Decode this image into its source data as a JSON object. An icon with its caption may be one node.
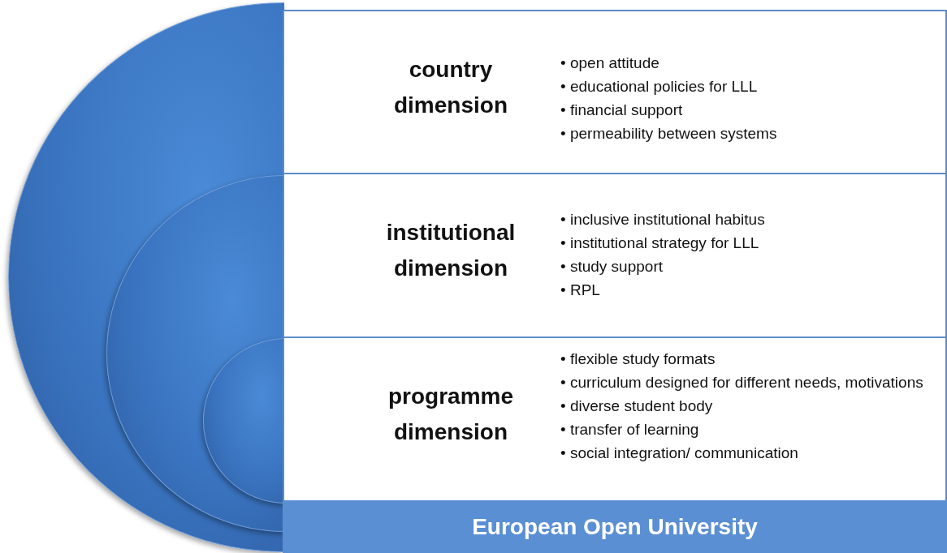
{
  "diagram": {
    "nodes": [
      {
        "text": [],
        "shape": "circle"
      },
      {
        "text": [],
        "shape": "circle",
        "in": 0
      },
      {
        "text": [],
        "shape": "circle",
        "in": 1
      },
      {
        "text": [
          "country dimension",
          "• open attitude",
          "• educational policies for LLL",
          "• financial support",
          "• permeability between systems"
        ]
      },
      {
        "text": [
          "institutional dimension",
          "• inclusive institutional habitus",
          "• institutional strategy for LLL",
          "• study support",
          "• RPL"
        ]
      },
      {
        "text": [
          "programme dimension",
          "• flexible study formats",
          "• curriculum designed for different needs, motivations",
          "• diverse student body",
          "• transfer of learning",
          "• social integration/ communication"
        ]
      },
      {
        "text": [
          "European Open University"
        ]
      }
    ],
    "edges": []
  }
}
